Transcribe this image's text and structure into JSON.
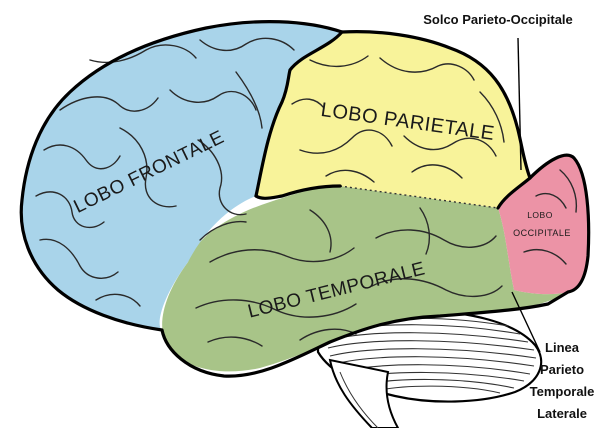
{
  "lobes": {
    "frontal": "LOBO FRONTALE",
    "parietal": "LOBO PARIETALE",
    "temporal": "LOBO TEMPORALE",
    "occipital_line1": "LOBO",
    "occipital_line2": "OCCIPITALE"
  },
  "annotations": {
    "parieto_occipital_sulcus": "Solco Parieto-Occipitale",
    "lateral_line1": "Linea",
    "lateral_line2": "Parieto",
    "lateral_line3": "Temporale",
    "lateral_line4": "Laterale"
  },
  "colors": {
    "frontal": "#a9d4ea",
    "parietal": "#f8f39a",
    "temporal": "#a8c488",
    "occipital": "#ec93a6",
    "cerebellum": "#ffffff"
  }
}
